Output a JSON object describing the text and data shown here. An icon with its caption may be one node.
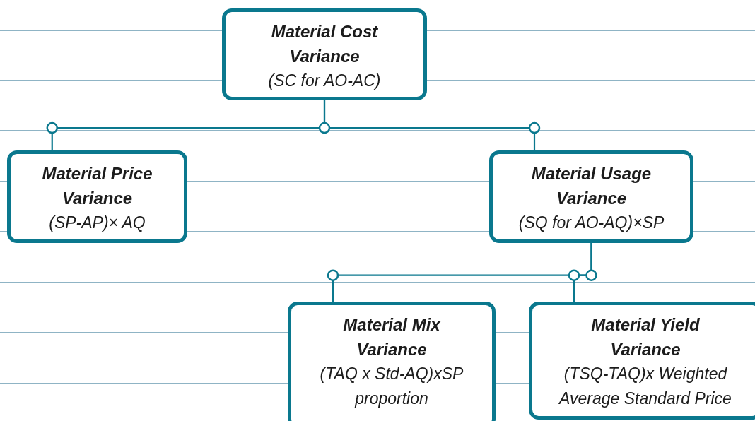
{
  "diagram": {
    "nodes": [
      {
        "text": [
          "Material Cost Variance",
          "(SC for AO-AC)"
        ]
      },
      {
        "text": [
          "Material Price Variance",
          "(SP-AP)× AQ"
        ]
      },
      {
        "text": [
          "Material Usage Variance",
          "(SQ for AO-AQ)×SP"
        ]
      },
      {
        "text": [
          "Material Mix Variance",
          "(TAQ x Std-AQ)xSP proportion"
        ]
      },
      {
        "text": [
          "Material Yield Variance",
          "(TSQ-TAQ)x Weighted Average Standard Price"
        ]
      }
    ],
    "edges": [
      {
        "from": 0,
        "to": 1,
        "arrow": "none"
      },
      {
        "from": 0,
        "to": 2,
        "arrow": "none"
      },
      {
        "from": 2,
        "to": 3,
        "arrow": "none"
      },
      {
        "from": 2,
        "to": 4,
        "arrow": "none"
      }
    ]
  }
}
